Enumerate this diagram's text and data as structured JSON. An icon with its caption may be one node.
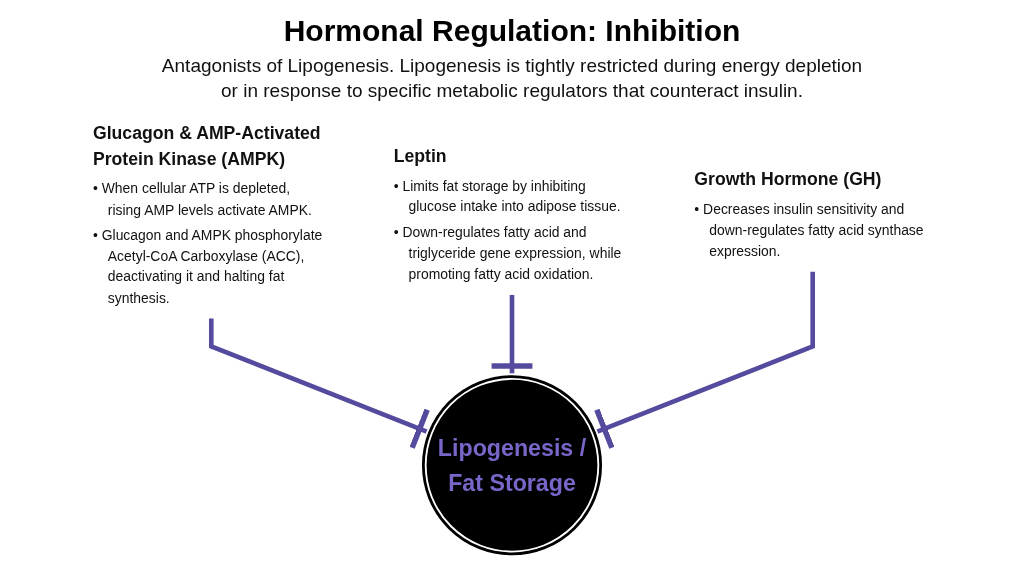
{
  "diagram": {
    "title": "Hormonal Regulation: Inhibition",
    "nodes": [
      {
        "text": [
          "Glucagon & AMP-Activated Protein Kinase (AMPK)",
          "• When cellular ATP is depleted, rising AMP levels activate AMPK.",
          "• Glucagon and AMPK phosphorylate Acetyl-CoA Carboxylase (ACC), deactivating it and halting fat synthesis."
        ]
      },
      {
        "text": [
          "Leptin",
          "• Limits fat storage by inhibiting glucose intake into adipose tissue.",
          "• Down-regulates fatty acid and triglyceride gene expression, while promoting fatty acid oxidation."
        ]
      },
      {
        "text": [
          "Lipogenesis / Fat Storage"
        ]
      },
      {
        "text": [
          "Growth Hormone (GH)",
          "• Decreases insulin sensitivity and down-regulates fatty acid synthase expression."
        ]
      }
    ],
    "edges": [
      {
        "from": 0,
        "to": 2,
        "arrow": "other"
      },
      {
        "from": 1,
        "to": 2,
        "arrow": "other"
      },
      {
        "from": 3,
        "to": 2,
        "arrow": "other"
      }
    ],
    "labels": [
      "Antagonists of Lipogenesis. Lipogenesis is tightly restricted during energy depletion or in response to specific metabolic regulators that counteract insulin."
    ]
  }
}
